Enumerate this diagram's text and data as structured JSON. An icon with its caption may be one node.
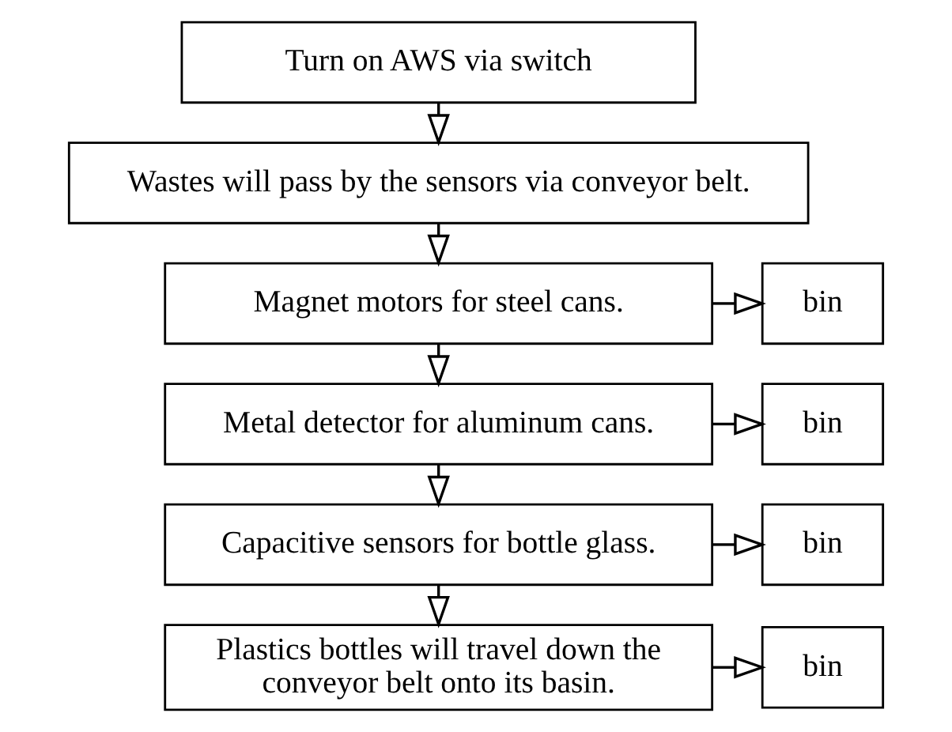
{
  "diagram": {
    "nodes": [
      {
        "text": [
          "Turn on AWS via switch"
        ]
      },
      {
        "text": [
          "Wastes will pass by the sensors via conveyor belt."
        ]
      },
      {
        "text": [
          "Magnet motors for steel cans."
        ]
      },
      {
        "text": [
          "bin"
        ]
      },
      {
        "text": [
          "Metal detector for aluminum cans."
        ]
      },
      {
        "text": [
          "bin"
        ]
      },
      {
        "text": [
          "Capacitive sensors for bottle glass."
        ]
      },
      {
        "text": [
          "bin"
        ]
      },
      {
        "text": [
          "Plastics bottles will travel down the conveyor belt onto its basin."
        ]
      },
      {
        "text": [
          "bin"
        ]
      }
    ],
    "edges": [
      {
        "from": 0,
        "to": 1,
        "arrow": "to"
      },
      {
        "from": 1,
        "to": 2,
        "arrow": "to"
      },
      {
        "from": 2,
        "to": 3,
        "arrow": "to"
      },
      {
        "from": 2,
        "to": 4,
        "arrow": "to"
      },
      {
        "from": 4,
        "to": 5,
        "arrow": "to"
      },
      {
        "from": 4,
        "to": 6,
        "arrow": "to"
      },
      {
        "from": 6,
        "to": 7,
        "arrow": "to"
      },
      {
        "from": 6,
        "to": 8,
        "arrow": "to"
      },
      {
        "from": 8,
        "to": 9,
        "arrow": "to"
      }
    ]
  }
}
